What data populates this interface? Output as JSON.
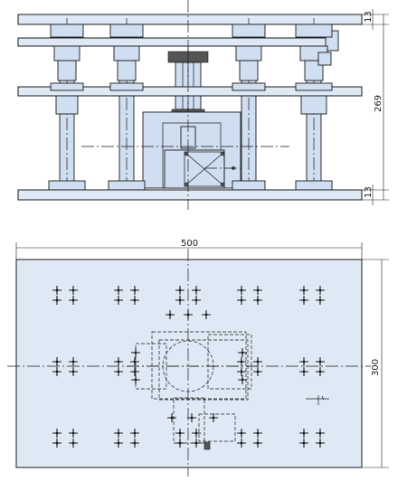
{
  "front_view": {
    "dimensions": {
      "top_plate_thickness": "13",
      "overall_height": "269",
      "bottom_plate_thickness": "13"
    }
  },
  "plan_view": {
    "dimensions": {
      "width": "500",
      "depth": "300"
    }
  },
  "colors": {
    "plate_fill": "#dfe9f6",
    "part_fill": "#cfdef0",
    "line": "#1a1a1a"
  }
}
